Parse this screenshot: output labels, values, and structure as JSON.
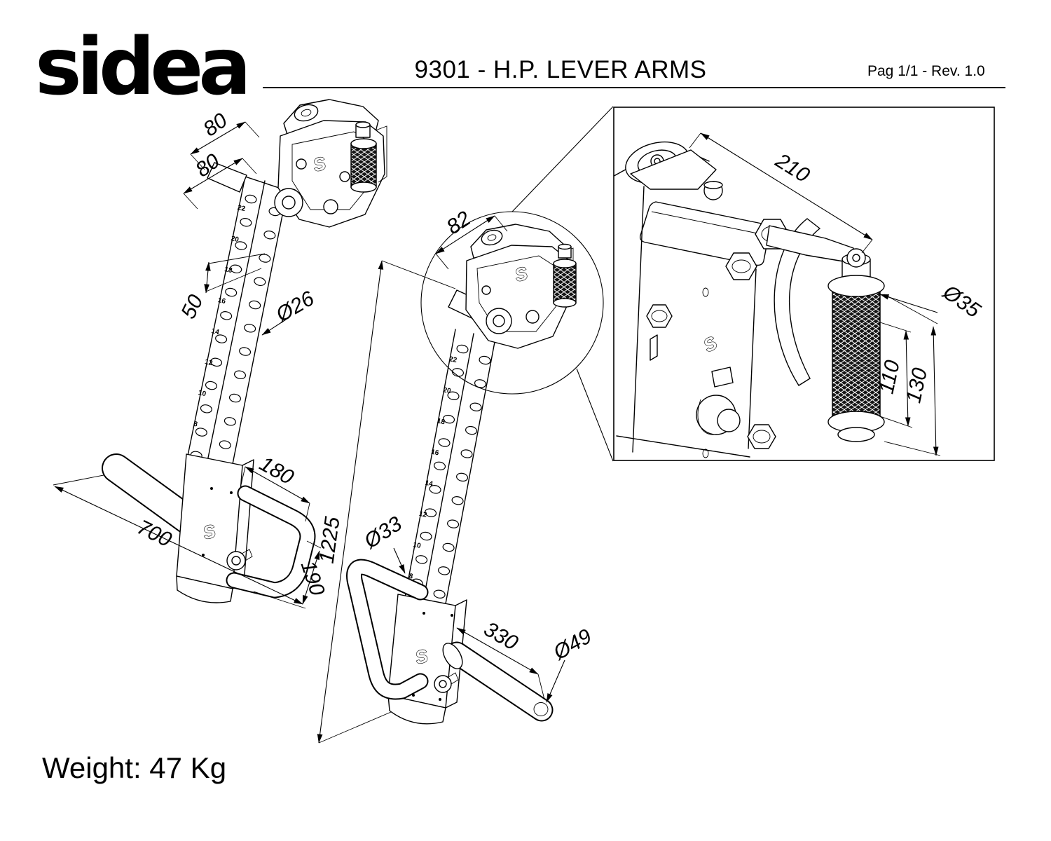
{
  "header": {
    "logo": "sidea",
    "title": "9301 - H.P. LEVER ARMS",
    "page_info": "Pag 1/1 - Rev. 1.0"
  },
  "footer": {
    "weight_label": "Weight: 47 Kg"
  },
  "brand_mark": "S",
  "hole_numbers": [
    "22",
    "20",
    "18",
    "16",
    "14",
    "12",
    "10",
    "8"
  ],
  "dimensions": {
    "left_view": {
      "top_width": "80",
      "side_width": "80",
      "hole_spacing": "50",
      "hole_diameter": "Ø26",
      "handle_width": "180",
      "bar_length": "700",
      "handle_depth": "190"
    },
    "middle_view": {
      "top_width": "82",
      "total_length": "1225",
      "handle_tube_diameter": "Ø33",
      "bar_length": "330",
      "bar_diameter": "Ø49"
    },
    "detail_view": {
      "head_width": "210",
      "roller_diameter": "Ø35",
      "roller_pad_length": "110",
      "roller_total_length": "130"
    }
  }
}
